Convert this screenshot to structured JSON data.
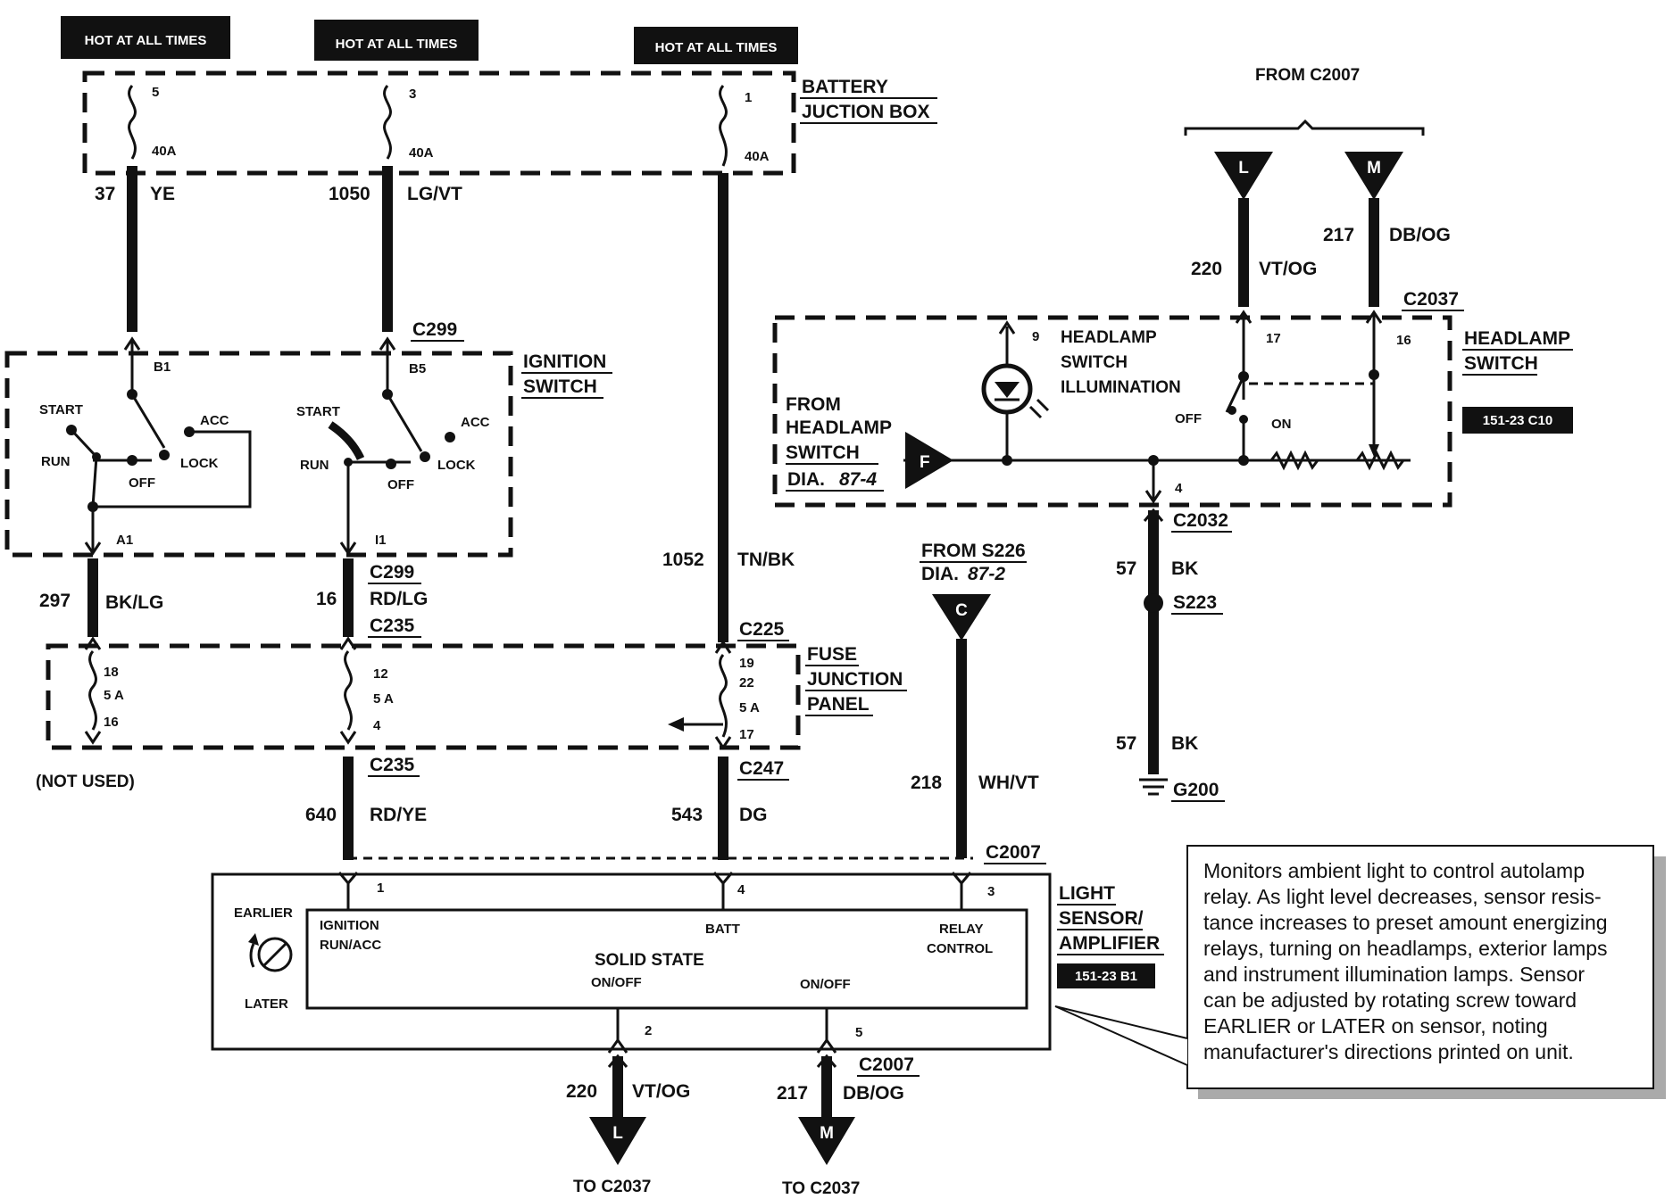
{
  "hot_labels": [
    "HOT AT ALL TIMES",
    "HOT AT ALL TIMES",
    "HOT AT ALL TIMES"
  ],
  "battery_box": {
    "line1": "BATTERY",
    "line2": "JUCTION BOX"
  },
  "battery_fuses": [
    {
      "pin": "5",
      "rating": "40A"
    },
    {
      "pin": "3",
      "rating": "40A"
    },
    {
      "pin": "1",
      "rating": "40A"
    }
  ],
  "wires": {
    "w37": {
      "num": "37",
      "color": "YE"
    },
    "w1050": {
      "num": "1050",
      "color": "LG/VT"
    },
    "w1052": {
      "num": "1052",
      "color": "TN/BK"
    },
    "w297": {
      "num": "297",
      "color": "BK/LG"
    },
    "w16": {
      "num": "16",
      "color": "RD/LG"
    },
    "w640": {
      "num": "640",
      "color": "RD/YE"
    },
    "w543": {
      "num": "543",
      "color": "DG"
    },
    "w218": {
      "num": "218",
      "color": "WH/VT"
    },
    "w220a": {
      "num": "220",
      "color": "VT/OG"
    },
    "w217a": {
      "num": "217",
      "color": "DB/OG"
    },
    "w220b": {
      "num": "220",
      "color": "VT/OG"
    },
    "w217b": {
      "num": "217",
      "color": "DB/OG"
    },
    "w57a": {
      "num": "57",
      "color": "BK"
    },
    "w57b": {
      "num": "57",
      "color": "BK"
    }
  },
  "connectors": {
    "c299_top": "C299",
    "c299_bot": "C299",
    "c235_top": "C235",
    "c235_bot": "C235",
    "c225": "C225",
    "c247": "C247",
    "c2007_sensor": "C2007",
    "c2007_bottom": "C2007",
    "c2037": "C2037",
    "c2032": "C2032",
    "s223": "S223",
    "g200": "G200"
  },
  "ignition_switch": {
    "title1": "IGNITION",
    "title2": "SWITCH",
    "pins": {
      "b1": "B1",
      "b5": "B5",
      "a1": "A1",
      "i1": "I1"
    },
    "positions": {
      "start": "START",
      "run": "RUN",
      "off": "OFF",
      "acc": "ACC",
      "lock": "LOCK"
    }
  },
  "fuse_panel": {
    "title1": "FUSE",
    "title2": "JUNCTION",
    "title3": "PANEL",
    "fuses": [
      {
        "in": "18",
        "rating": "5 A",
        "out": "16"
      },
      {
        "in": "12",
        "rating": "5 A",
        "out": "4"
      },
      {
        "in": "19",
        "mid": "22",
        "rating": "5 A",
        "out": "17"
      }
    ]
  },
  "not_used": "(NOT USED)",
  "from_s226": {
    "line1": "FROM S226",
    "line2": "DIA.",
    "ref": "87-2",
    "pin": "C"
  },
  "from_c2007": {
    "label": "FROM C2007",
    "pin_l": "L",
    "pin_m": "M"
  },
  "headlamp_switch": {
    "title1": "HEADLAMP",
    "title2": "SWITCH",
    "ref": "151-23 C10",
    "illum1": "HEADLAMP",
    "illum2": "SWITCH",
    "illum3": "ILLUMINATION",
    "pins": {
      "p9": "9",
      "p17": "17",
      "p16": "16",
      "p4": "4"
    },
    "off": "OFF",
    "on": "ON"
  },
  "from_headlamp": {
    "line1": "FROM",
    "line2": "HEADLAMP",
    "line3": "SWITCH",
    "line4": "DIA.",
    "ref": "87-4",
    "pin": "F"
  },
  "light_sensor": {
    "title1": "LIGHT",
    "title2": "SENSOR/",
    "title3": "AMPLIFIER",
    "ref": "151-23 B1",
    "earlier": "EARLIER",
    "later": "LATER",
    "ign1": "IGNITION",
    "ign2": "RUN/ACC",
    "batt": "BATT",
    "relay1": "RELAY",
    "relay2": "CONTROL",
    "solid": "SOLID  STATE",
    "onoff1": "ON/OFF",
    "onoff2": "ON/OFF",
    "pins": {
      "p1": "1",
      "p4": "4",
      "p3": "3",
      "p2": "2",
      "p5": "5"
    }
  },
  "outputs": {
    "to_l": "TO C2037",
    "to_m": "TO C2037",
    "pin_l": "L",
    "pin_m": "M"
  },
  "note": [
    "Monitors ambient light to control autolamp",
    "relay.  As light level decreases, sensor resis-",
    "tance increases to preset amount energizing",
    "relays, turning on headlamps, exterior lamps",
    "and instrument illumination lamps.  Sensor",
    "can be adjusted by rotating screw toward",
    "EARLIER or LATER on sensor, noting",
    "manufacturer's directions printed on unit."
  ]
}
